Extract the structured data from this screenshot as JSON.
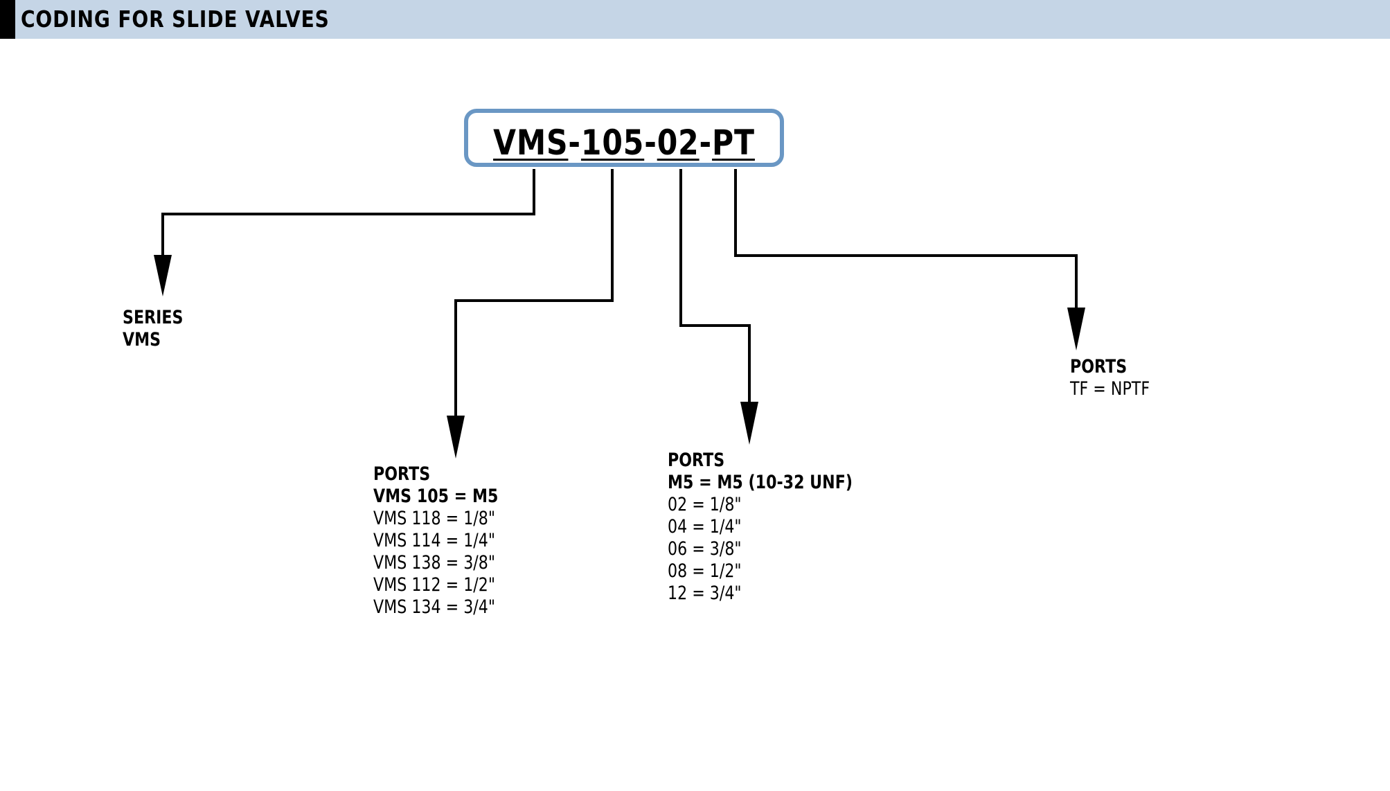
{
  "header": {
    "title": "CODING FOR SLIDE VALVES"
  },
  "code": {
    "segments": [
      "VMS",
      "105",
      "02",
      "PT"
    ],
    "separator": "-"
  },
  "callouts": {
    "series": {
      "lines": [
        "SERIES",
        "VMS"
      ]
    },
    "body_ports": {
      "heading": "PORTS",
      "bold_line": "VMS 105 = M5",
      "lines": [
        "VMS 118 = 1/8\"",
        "VMS 114 = 1/4\"",
        "VMS 138 = 3/8\"",
        "VMS 112 = 1/2\"",
        "VMS 134 = 3/4\""
      ]
    },
    "size_ports": {
      "heading": "PORTS",
      "bold_line": "M5 =  M5 (10-32 UNF)",
      "lines": [
        "02 = 1/8\"",
        "04 = 1/4\"",
        "06  = 3/8\"",
        "08  = 1/2\"",
        "12 = 3/4\""
      ]
    },
    "thread_ports": {
      "heading": "PORTS",
      "lines": [
        "TF = NPTF"
      ]
    }
  },
  "colors": {
    "header_background": "#c5d5e6",
    "header_accent": "#000000",
    "code_box_border": "#6a97c4",
    "lines": "#000000"
  }
}
